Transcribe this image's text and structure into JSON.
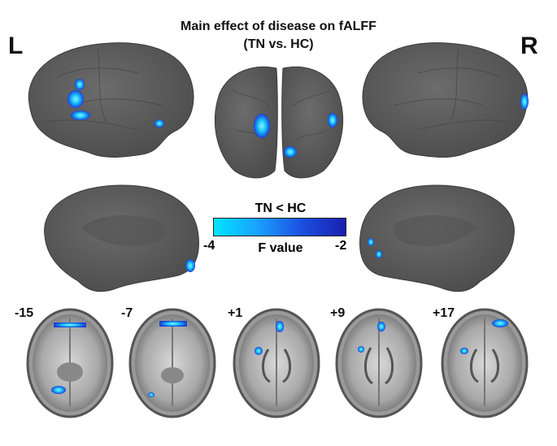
{
  "figure": {
    "title_line1": "Main effect of disease on fALFF",
    "title_line2": "(TN vs. HC)",
    "left_label": "L",
    "right_label": "R"
  },
  "colorbar": {
    "title": "TN < HC",
    "min_label": "-4",
    "max_label": "-2",
    "label": "F value",
    "colors": [
      "#00e5ff",
      "#1aa0ff",
      "#1b4fe0",
      "#1a1fb0"
    ]
  },
  "slices": [
    {
      "label": "-15"
    },
    {
      "label": "-7"
    },
    {
      "label": "+1"
    },
    {
      "label": "+9"
    },
    {
      "label": "+17"
    }
  ],
  "colors": {
    "cortex": "#5e5e5e",
    "cortex_dark": "#4a4a4a",
    "activation_light": "#19d8ff",
    "activation_dark": "#1a3fd8"
  }
}
